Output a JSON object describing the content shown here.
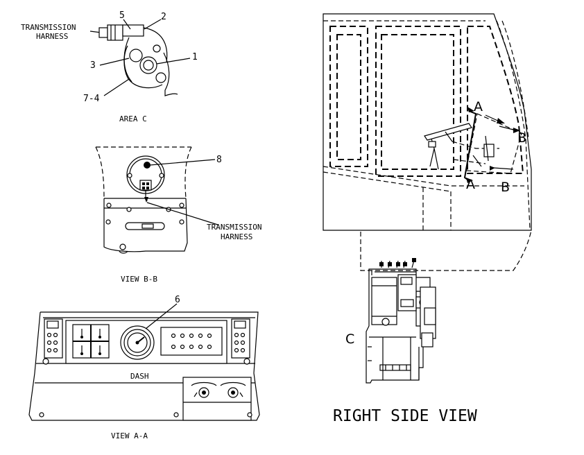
{
  "area_c": {
    "title": "AREA C",
    "harness_line1": "TRANSMISSION",
    "harness_line2": "HARNESS",
    "callouts": [
      "5",
      "2",
      "1",
      "3",
      "7-4"
    ]
  },
  "view_bb": {
    "title": "VIEW B-B",
    "harness_line1": "TRANSMISSION",
    "harness_line2": "HARNESS",
    "callout": "8"
  },
  "view_aa": {
    "title": "VIEW A-A",
    "dash_label": "DASH",
    "callout": "6"
  },
  "right_side": {
    "title": "RIGHT SIDE VIEW",
    "section_a": "A",
    "section_b": "B",
    "area_c": "C"
  }
}
